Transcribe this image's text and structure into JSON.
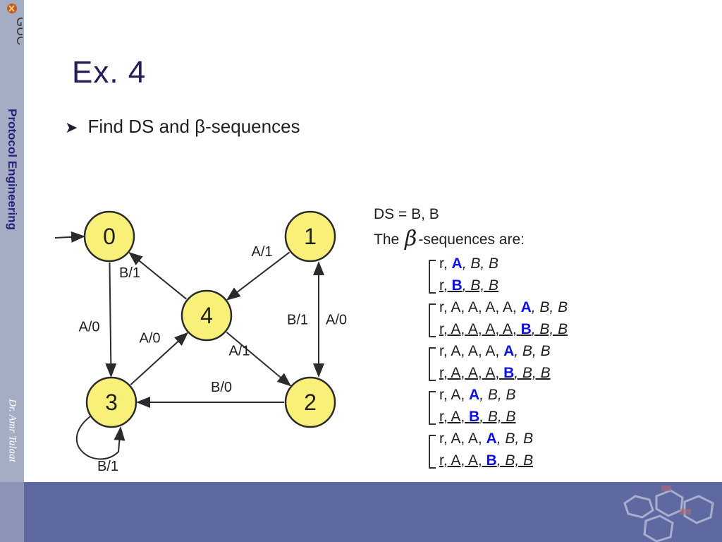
{
  "sidebar": {
    "logo_text": "GUC",
    "course_title": "Protocol Engineering",
    "author": "Dr. Amr Talaat"
  },
  "slide": {
    "title": "Ex. 4",
    "bullet": "Find DS and β-sequences"
  },
  "diagram": {
    "states": [
      {
        "id": "0",
        "label": "0",
        "initial": true
      },
      {
        "id": "1",
        "label": "1"
      },
      {
        "id": "2",
        "label": "2"
      },
      {
        "id": "3",
        "label": "3"
      },
      {
        "id": "4",
        "label": "4"
      }
    ],
    "transitions": [
      {
        "from": "0",
        "to": "3",
        "label": "A/0"
      },
      {
        "from": "4",
        "to": "0",
        "label": "B/1"
      },
      {
        "from": "1",
        "to": "4",
        "label": "A/1"
      },
      {
        "from": "1",
        "to": "2",
        "label": "B/1"
      },
      {
        "from": "2",
        "to": "1",
        "label": "A/0"
      },
      {
        "from": "3",
        "to": "4",
        "label": "A/0"
      },
      {
        "from": "4",
        "to": "2",
        "label": "A/1"
      },
      {
        "from": "2",
        "to": "3",
        "label": "B/0"
      },
      {
        "from": "3",
        "to": "3",
        "label": "B/1"
      }
    ],
    "node_fill": "#f9f07a",
    "node_stroke": "#2b2b2b"
  },
  "ds_panel": {
    "ds_line": "DS = B, B",
    "beta_prefix": "The",
    "beta_symbol": "β",
    "beta_suffix": "-sequences are:",
    "groups": [
      {
        "lines": [
          {
            "pre": "r, ",
            "hl": "A",
            "post": ", B, B"
          },
          {
            "pre": "r, ",
            "hl": "B",
            "post": ", B, B"
          }
        ]
      },
      {
        "lines": [
          {
            "pre": "r, A, A, A, A, ",
            "hl": "A",
            "post": ", B, B"
          },
          {
            "pre": "r, A, A, A, A, ",
            "hl": "B",
            "post": ", B, B"
          }
        ]
      },
      {
        "lines": [
          {
            "pre": "r, A, A, A, ",
            "hl": "A",
            "post": ", B, B"
          },
          {
            "pre": "r, A, A, A, ",
            "hl": "B",
            "post": ", B, B"
          }
        ]
      },
      {
        "lines": [
          {
            "pre": "r, A, ",
            "hl": "A",
            "post": ", B, B"
          },
          {
            "pre": "r, A, ",
            "hl": "B",
            "post": ", B, B"
          }
        ]
      },
      {
        "lines": [
          {
            "pre": "r, A, A, ",
            "hl": "A",
            "post": ", B, B"
          },
          {
            "pre": "r, A, A, ",
            "hl": "B",
            "post": ", B, B"
          }
        ]
      }
    ],
    "highlight_color": "#1010e6"
  }
}
